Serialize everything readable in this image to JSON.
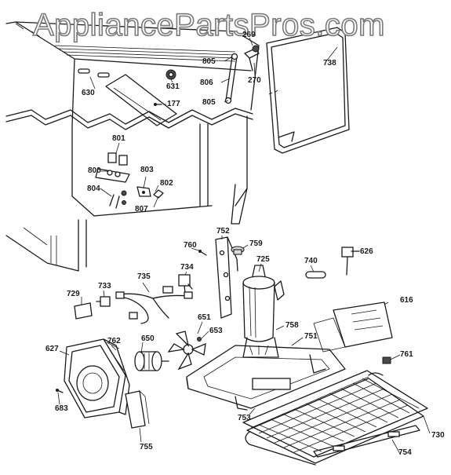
{
  "watermark": "AppliancePartsPros.com",
  "callouts": [
    {
      "id": "630",
      "text": "630"
    },
    {
      "id": "631",
      "text": "631"
    },
    {
      "id": "177",
      "text": "177"
    },
    {
      "id": "269",
      "text": "269"
    },
    {
      "id": "805a",
      "text": "805"
    },
    {
      "id": "806",
      "text": "806"
    },
    {
      "id": "805b",
      "text": "805"
    },
    {
      "id": "270",
      "text": "270"
    },
    {
      "id": "738",
      "text": "738"
    },
    {
      "id": "801",
      "text": "801"
    },
    {
      "id": "800",
      "text": "800"
    },
    {
      "id": "803",
      "text": "803"
    },
    {
      "id": "802",
      "text": "802"
    },
    {
      "id": "804",
      "text": "804"
    },
    {
      "id": "807",
      "text": "807"
    },
    {
      "id": "752",
      "text": "752"
    },
    {
      "id": "760",
      "text": "760"
    },
    {
      "id": "759",
      "text": "759"
    },
    {
      "id": "725",
      "text": "725"
    },
    {
      "id": "740",
      "text": "740"
    },
    {
      "id": "626",
      "text": "626"
    },
    {
      "id": "729",
      "text": "729"
    },
    {
      "id": "733",
      "text": "733"
    },
    {
      "id": "735",
      "text": "735"
    },
    {
      "id": "734",
      "text": "734"
    },
    {
      "id": "616",
      "text": "616"
    },
    {
      "id": "651",
      "text": "651"
    },
    {
      "id": "653",
      "text": "653"
    },
    {
      "id": "758",
      "text": "758"
    },
    {
      "id": "751",
      "text": "751"
    },
    {
      "id": "627",
      "text": "627"
    },
    {
      "id": "762",
      "text": "762"
    },
    {
      "id": "650",
      "text": "650"
    },
    {
      "id": "761",
      "text": "761"
    },
    {
      "id": "683",
      "text": "683"
    },
    {
      "id": "753",
      "text": "753"
    },
    {
      "id": "755",
      "text": "755"
    },
    {
      "id": "730",
      "text": "730"
    },
    {
      "id": "754",
      "text": "754"
    }
  ]
}
